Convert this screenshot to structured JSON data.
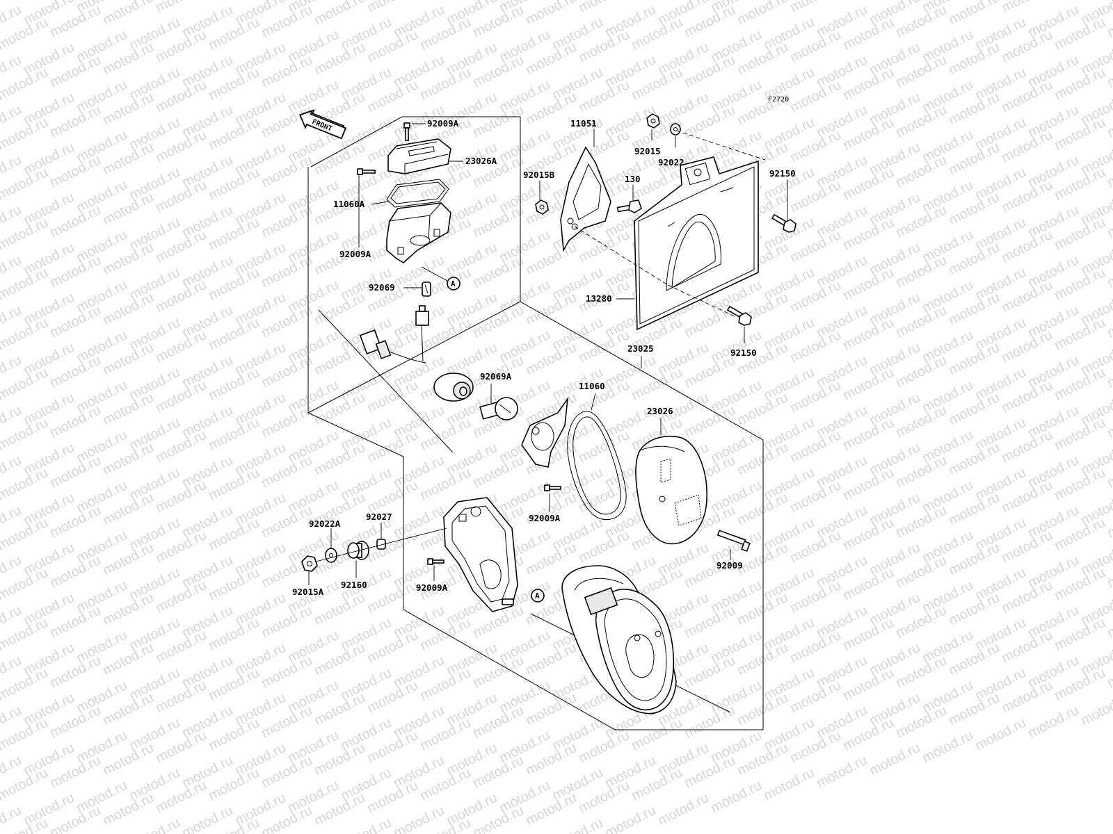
{
  "diagram": {
    "code": "F2720",
    "watermark": "motod.ru",
    "front_label": "FRONT",
    "ref_marker": "A",
    "parts": {
      "p92009A_top": "92009A",
      "p23026A": "23026A",
      "p11060A": "11060A",
      "p92009A_left": "92009A",
      "p92069": "92069",
      "p92069A": "92069A",
      "p11051": "11051",
      "p92015B": "92015B",
      "p130": "130",
      "p92015": "92015",
      "p92022": "92022",
      "p92150_top": "92150",
      "p13280": "13280",
      "p92150_bottom": "92150",
      "p23025": "23025",
      "p11060": "11060",
      "p23026": "23026",
      "p92009A_mid": "92009A",
      "p92009": "92009",
      "p92022A": "92022A",
      "p92027": "92027",
      "p92160": "92160",
      "p92015A": "92015A",
      "p92009A_bottom": "92009A"
    }
  }
}
